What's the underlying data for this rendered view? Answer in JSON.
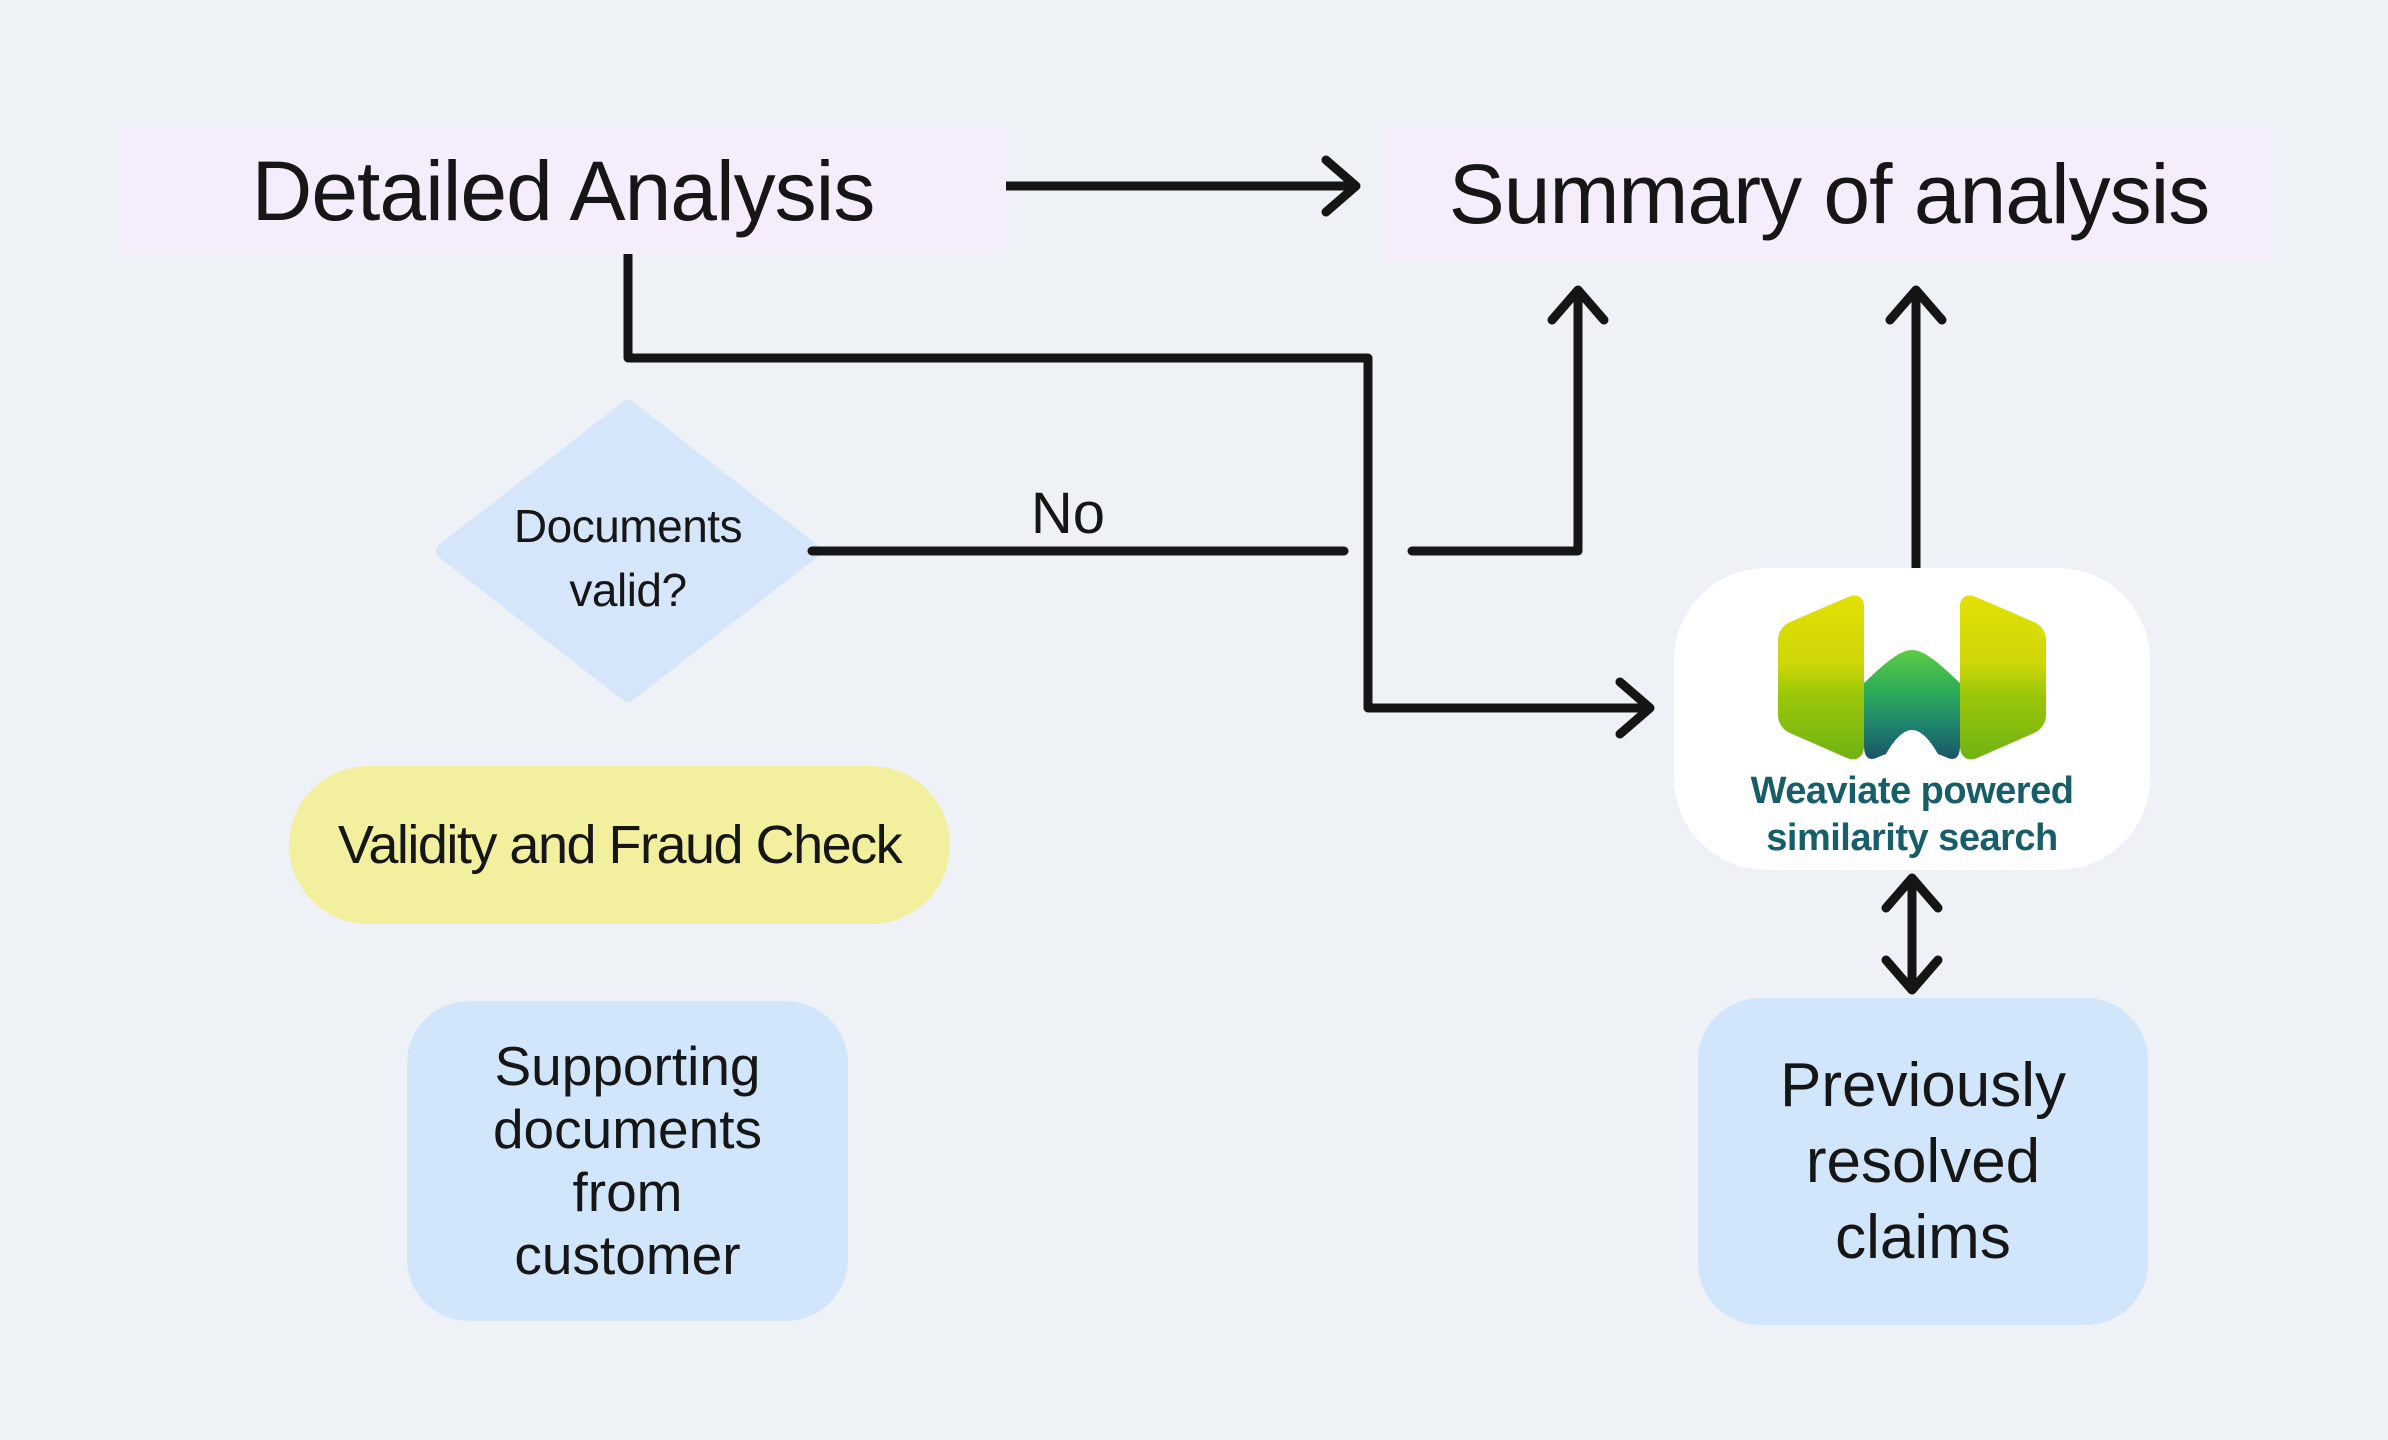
{
  "page": {
    "background_color": "#eef2f6"
  },
  "nodes": {
    "detailed_analysis": {
      "label": "Detailed Analysis",
      "bg_color": "#f6edfc"
    },
    "summary_of_analysis": {
      "label": "Summary of analysis",
      "bg_color": "#f6edfc"
    },
    "documents_valid": {
      "shape": "diamond",
      "bg_color": "#d6e6fa",
      "lines": [
        "Documents",
        "valid?"
      ]
    },
    "validity_fraud_check": {
      "label": "Validity and Fraud Check",
      "bg_color": "#f2ef9e"
    },
    "supporting_documents": {
      "bg_color": "#d2e6fb",
      "lines": [
        "Supporting",
        "documents",
        "from",
        "customer"
      ]
    },
    "weaviate_search": {
      "bg_color": "#ffffff",
      "text_color": "#175e68",
      "icon": "weaviate-logo",
      "lines": [
        "Weaviate powered",
        "similarity search"
      ]
    },
    "previously_resolved_claims": {
      "bg_color": "#d2e6fb",
      "lines": [
        "Previously",
        "resolved",
        "claims"
      ]
    }
  },
  "edges": {
    "no_label": "No",
    "connections": [
      {
        "from": "detailed_analysis",
        "to": "summary_of_analysis"
      },
      {
        "from": "detailed_analysis",
        "to": "weaviate_search"
      },
      {
        "from": "documents_valid",
        "to": "summary_of_analysis",
        "label": "No"
      },
      {
        "from": "weaviate_search",
        "to": "summary_of_analysis"
      },
      {
        "from": "weaviate_search",
        "to": "previously_resolved_claims",
        "bidirectional": true
      }
    ]
  },
  "colors": {
    "connector": "#151515",
    "text": "#161616",
    "weaviate_text": "#175e68",
    "logo_yellow": "#e3e004",
    "logo_green": "#21a653",
    "logo_teal": "#114d60"
  }
}
